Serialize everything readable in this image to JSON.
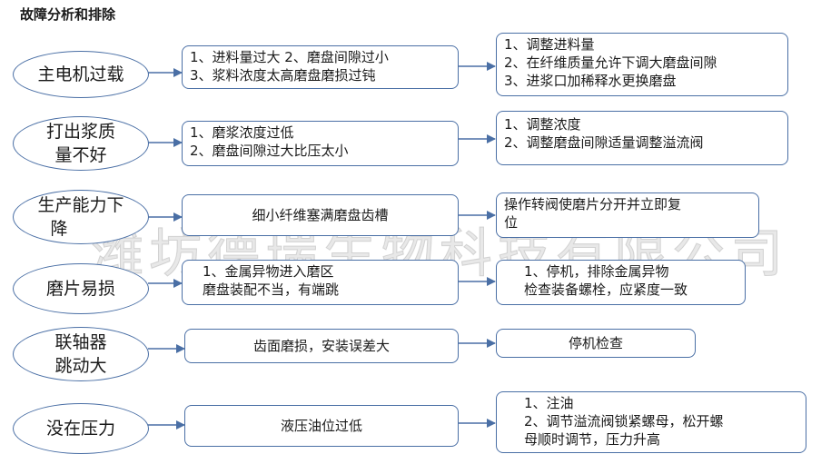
{
  "title": "故障分析和排除",
  "watermark": "潍坊德瑞生物科技有限公司",
  "colors": {
    "border": "#4a6fa5",
    "arrow": "#4a6fa5"
  },
  "rows": [
    {
      "problem": [
        "主电机过载"
      ],
      "causes": [
        "1、进料量过大  2、磨盘间隙过小",
        "3、浆料浓度太高磨盘磨损过钝"
      ],
      "solutions": [
        "1、调整进料量",
        "2、在纤维质量允许下调大磨盘间隙",
        "3、进浆口加稀释水更换磨盘"
      ]
    },
    {
      "problem": [
        "打出浆质",
        "量不好"
      ],
      "causes": [
        "1、磨浆浓度过低",
        "2、磨盘间隙过大比压太小"
      ],
      "solutions": [
        "1、调整浓度",
        "2、调整磨盘间隙适量调整溢流阀"
      ]
    },
    {
      "problem": [
        "生产能力下",
        "降"
      ],
      "causes": [
        "细小纤维塞满磨盘齿槽"
      ],
      "solutions": [
        "操作转阀使磨片分开并立即复",
        "位"
      ]
    },
    {
      "problem": [
        "磨片易损"
      ],
      "causes": [
        "1、金属异物进入磨区",
        "磨盘装配不当，有端跳"
      ],
      "solutions": [
        "1、停机，排除金属异物",
        "检查装备螺栓，应紧度一致"
      ]
    },
    {
      "problem": [
        "联轴器",
        "跳动大"
      ],
      "causes": [
        "齿面磨损，安装误差大"
      ],
      "solutions": [
        "停机检查"
      ]
    },
    {
      "problem": [
        "没在压力"
      ],
      "causes": [
        "液压油位过低"
      ],
      "solutions": [
        "1、注油",
        "2、调节溢流阀锁紧螺母，松开螺",
        "母顺时调节，压力升高"
      ]
    }
  ]
}
